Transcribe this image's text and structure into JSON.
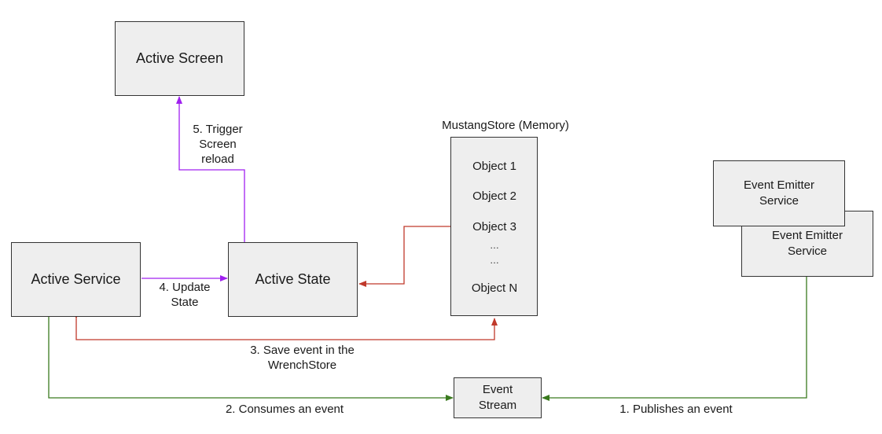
{
  "nodes": {
    "active_screen": "Active Screen",
    "active_service": "Active Service",
    "active_state": "Active State",
    "event_stream": "Event Stream",
    "emitter_back": "Event Emitter Service",
    "emitter_front": "Event Emitter Service"
  },
  "store": {
    "title": "MustangStore (Memory)",
    "objects": [
      "Object 1",
      "Object 2",
      "Object 3",
      "…",
      "…",
      "Object N"
    ]
  },
  "edges": {
    "step1": "1. Publishes an event",
    "step2": "2. Consumes an event",
    "step3": "3. Save event in the WrenchStore",
    "step4": "4. Update State",
    "step5": "5. Trigger Screen reload"
  },
  "colors": {
    "green": "#3a7a1e",
    "red": "#c0392b",
    "purple": "#a020f0"
  }
}
